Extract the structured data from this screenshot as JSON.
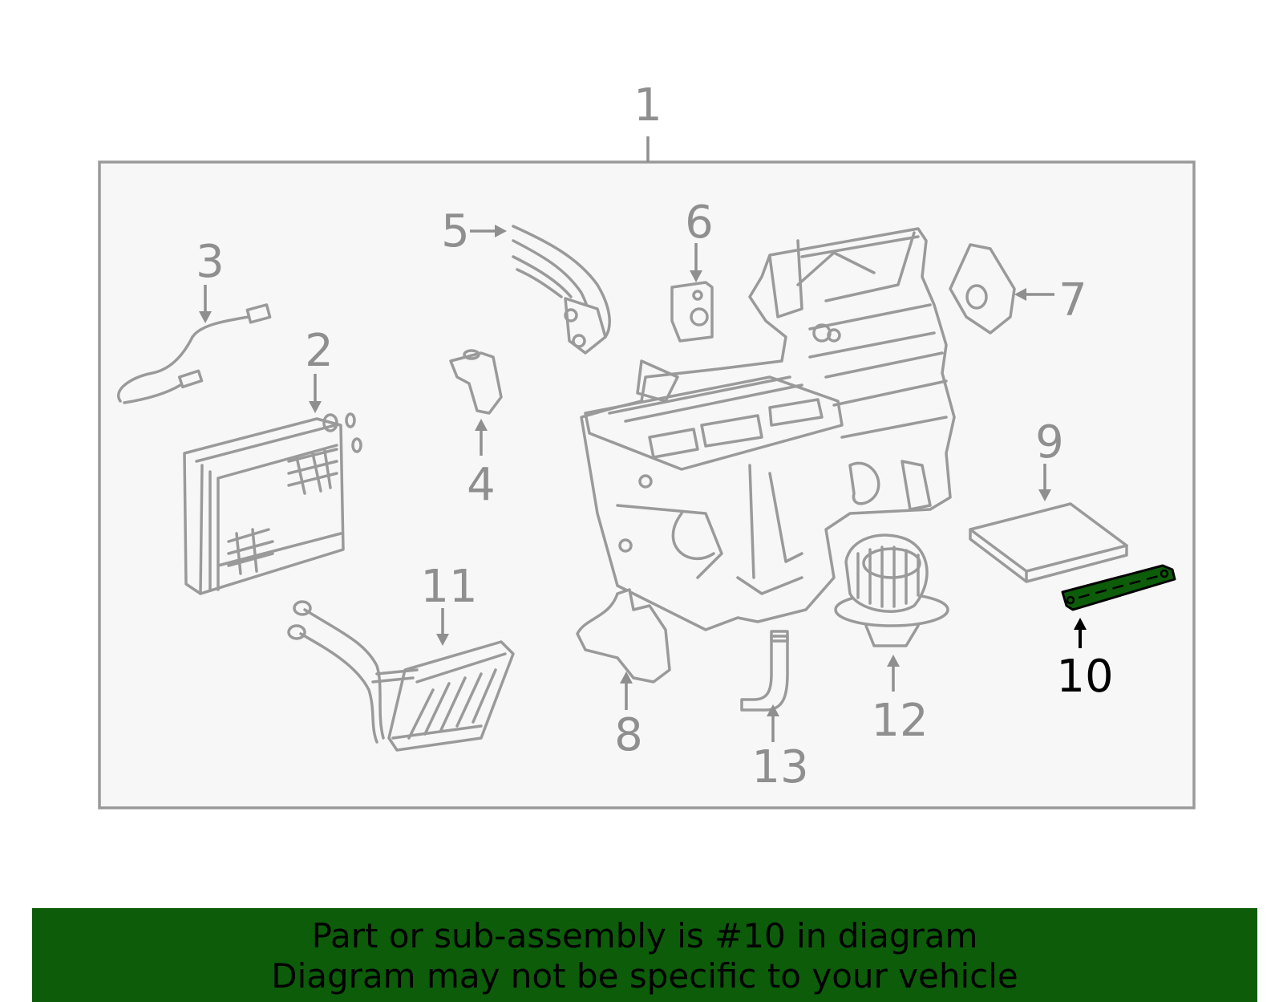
{
  "diagram": {
    "assembly_label": "1",
    "callouts": [
      "2",
      "3",
      "4",
      "5",
      "6",
      "7",
      "8",
      "9",
      "10",
      "11",
      "12",
      "13"
    ],
    "highlighted_part": "10",
    "colors": {
      "line": "#9a9a9a",
      "box_fill": "#f7f7f7",
      "highlight": "#0d5c0a",
      "banner_bg": "#0d5c0a"
    }
  },
  "banner": {
    "line1": "Part or sub-assembly is #10 in diagram",
    "line2": "Diagram may not be specific to your vehicle"
  }
}
